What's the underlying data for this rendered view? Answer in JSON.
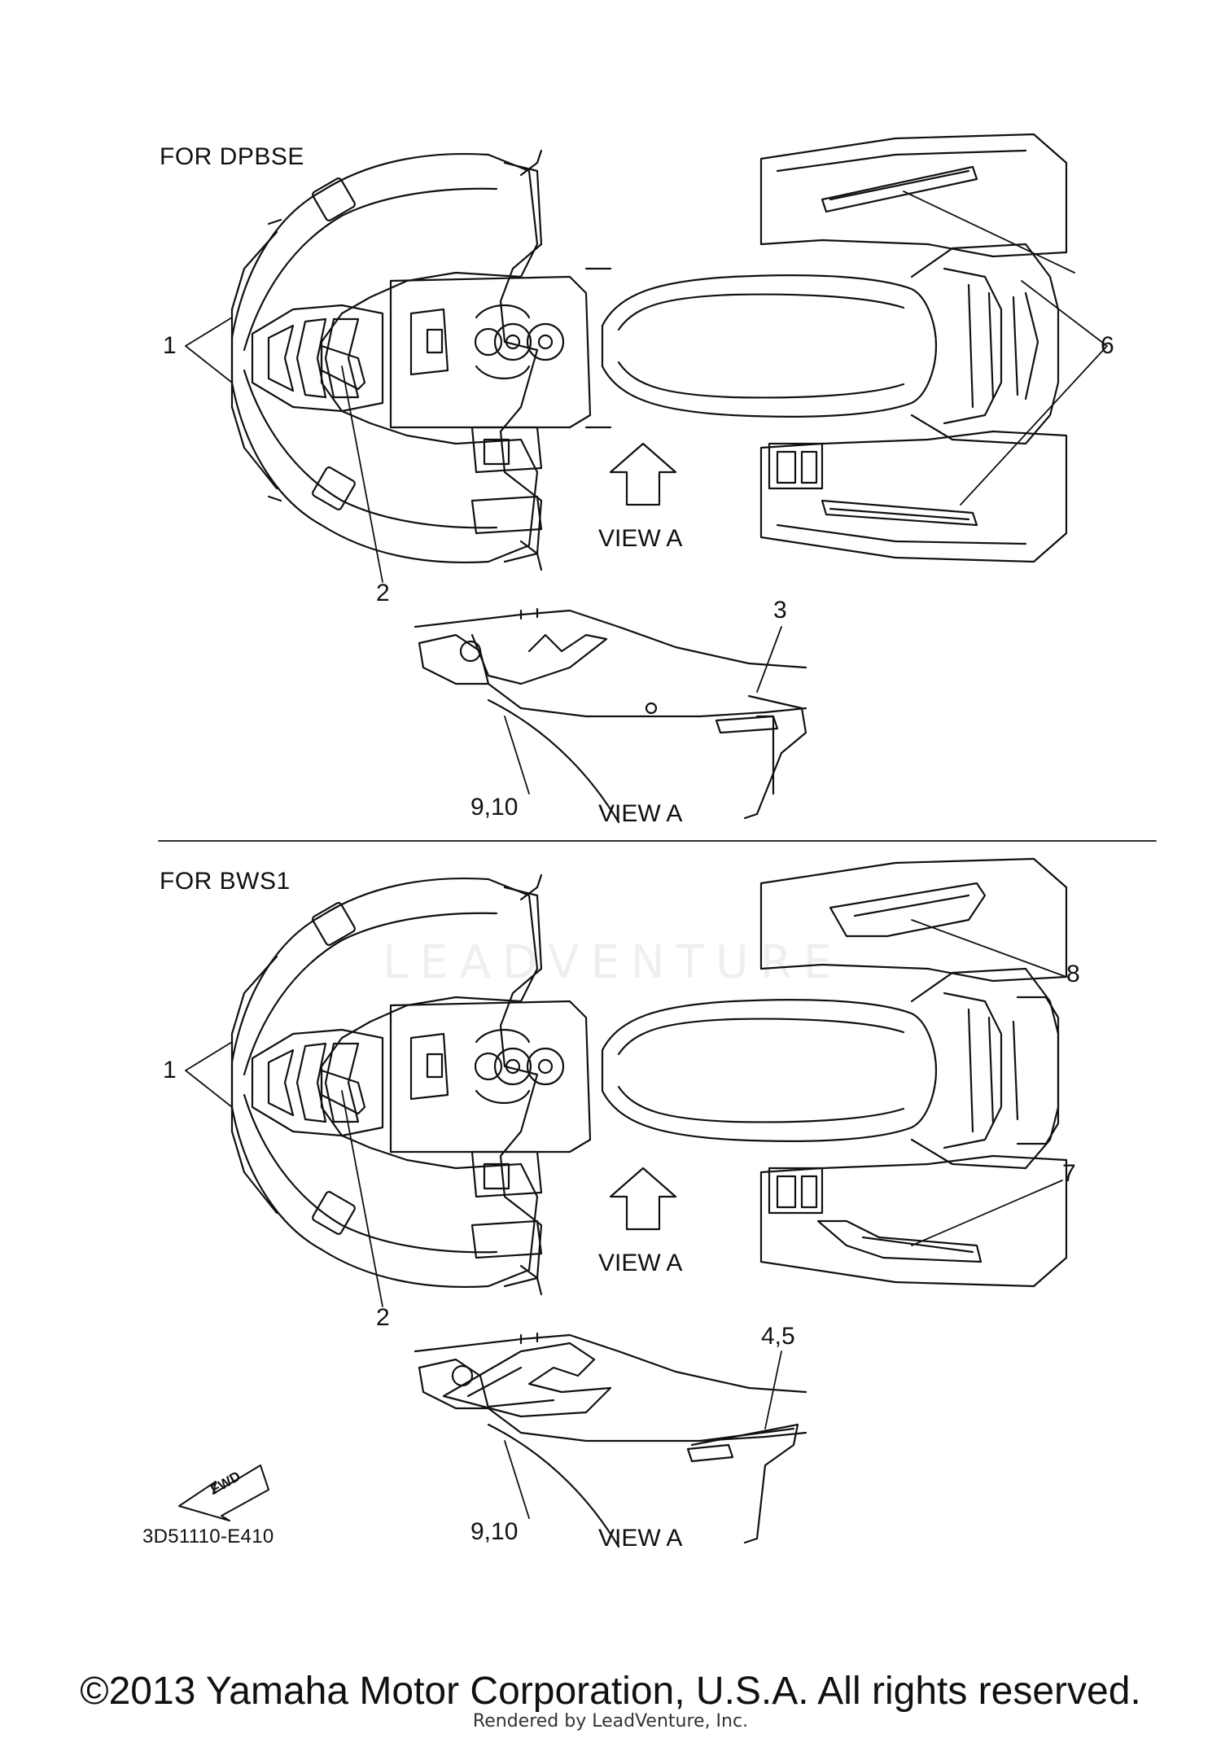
{
  "top_section": {
    "title": "FOR DPBSE",
    "callouts": {
      "c1": "1",
      "c2": "2",
      "c3": "3",
      "c6": "6",
      "c910": "9,10"
    },
    "view_label_main": "VIEW A",
    "view_label_detail": "VIEW A"
  },
  "bottom_section": {
    "title": "FOR BWS1",
    "callouts": {
      "c1": "1",
      "c2": "2",
      "c45": "4,5",
      "c7": "7",
      "c8": "8",
      "c910": "9,10"
    },
    "view_label_main": "VIEW A",
    "view_label_detail": "VIEW A"
  },
  "fwd_label": "FWD",
  "diagram_code": "3D51110-E410",
  "watermark": "LEADVENTURE",
  "copyright": "©2013 Yamaha Motor Corporation, U.S.A. All rights reserved.",
  "rendered_by": "Rendered by LeadVenture, Inc."
}
